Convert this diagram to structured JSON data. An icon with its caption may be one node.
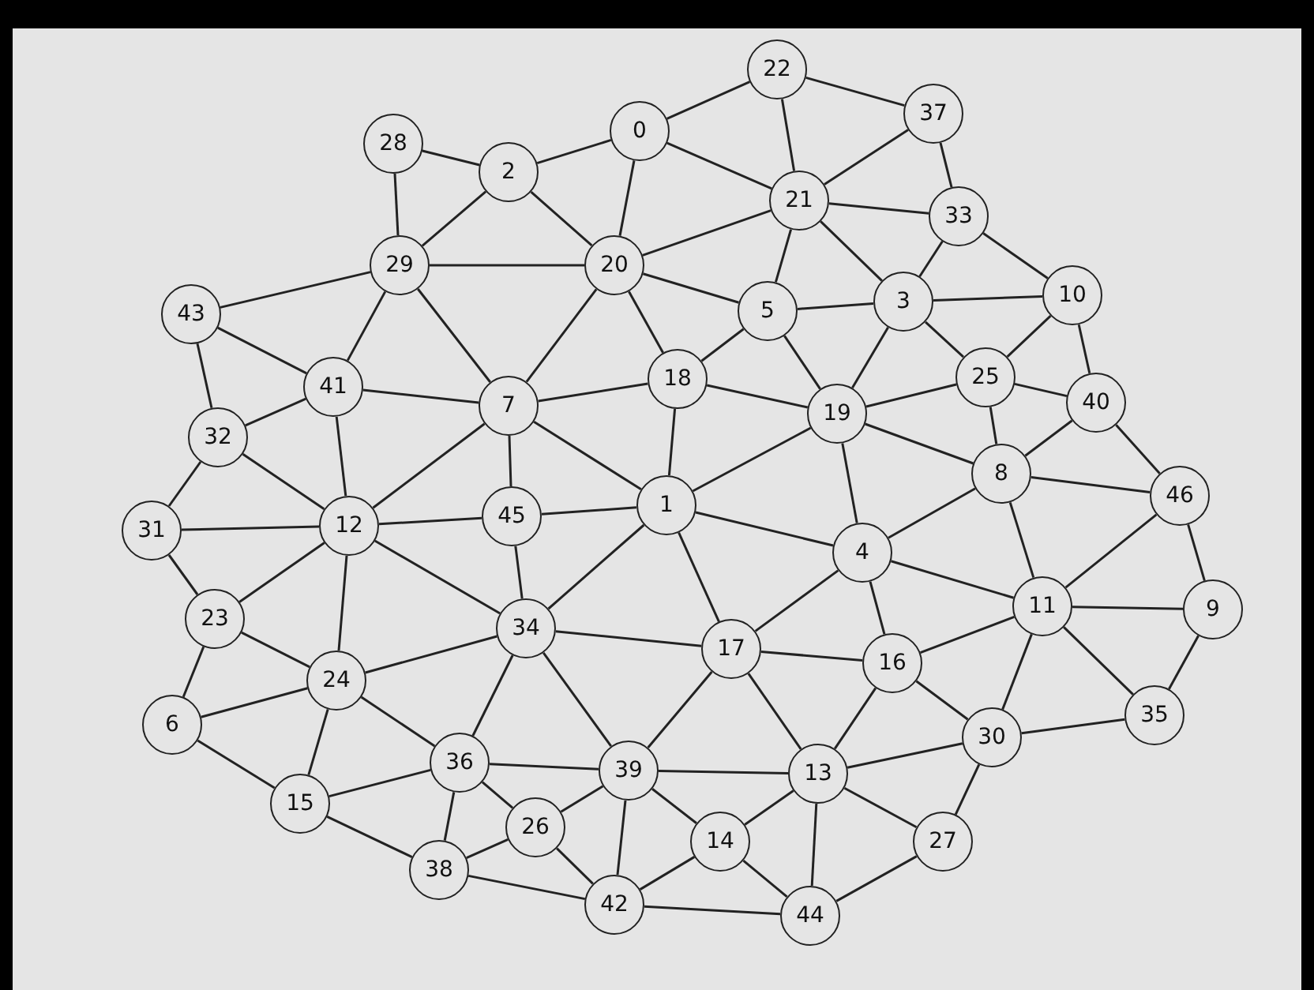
{
  "diagram": {
    "nodes": [
      {
        "text": [
          "0"
        ]
      },
      {
        "text": [
          "1"
        ]
      },
      {
        "text": [
          "2"
        ]
      },
      {
        "text": [
          "3"
        ]
      },
      {
        "text": [
          "4"
        ]
      },
      {
        "text": [
          "5"
        ]
      },
      {
        "text": [
          "6"
        ]
      },
      {
        "text": [
          "7"
        ]
      },
      {
        "text": [
          "8"
        ]
      },
      {
        "text": [
          "9"
        ]
      },
      {
        "text": [
          "10"
        ]
      },
      {
        "text": [
          "11"
        ]
      },
      {
        "text": [
          "12"
        ]
      },
      {
        "text": [
          "13"
        ]
      },
      {
        "text": [
          "14"
        ]
      },
      {
        "text": [
          "15"
        ]
      },
      {
        "text": [
          "16"
        ]
      },
      {
        "text": [
          "17"
        ]
      },
      {
        "text": [
          "18"
        ]
      },
      {
        "text": [
          "19"
        ]
      },
      {
        "text": [
          "20"
        ]
      },
      {
        "text": [
          "21"
        ]
      },
      {
        "text": [
          "22"
        ]
      },
      {
        "text": [
          "23"
        ]
      },
      {
        "text": [
          "24"
        ]
      },
      {
        "text": [
          "25"
        ]
      },
      {
        "text": [
          "26"
        ]
      },
      {
        "text": [
          "27"
        ]
      },
      {
        "text": [
          "28"
        ]
      },
      {
        "text": [
          "29"
        ]
      },
      {
        "text": [
          "30"
        ]
      },
      {
        "text": [
          "31"
        ]
      },
      {
        "text": [
          "32"
        ]
      },
      {
        "text": [
          "33"
        ]
      },
      {
        "text": [
          "34"
        ]
      },
      {
        "text": [
          "35"
        ]
      },
      {
        "text": [
          "36"
        ]
      },
      {
        "text": [
          "37"
        ]
      },
      {
        "text": [
          "38"
        ]
      },
      {
        "text": [
          "39"
        ]
      },
      {
        "text": [
          "40"
        ]
      },
      {
        "text": [
          "41"
        ]
      },
      {
        "text": [
          "42"
        ]
      },
      {
        "text": [
          "43"
        ]
      },
      {
        "text": [
          "44"
        ]
      },
      {
        "text": [
          "45"
        ]
      },
      {
        "text": [
          "46"
        ]
      }
    ],
    "edges": [
      {
        "from": 28,
        "to": 2,
        "arrow": "none"
      },
      {
        "from": 28,
        "to": 29,
        "arrow": "none"
      },
      {
        "from": 2,
        "to": 0,
        "arrow": "none"
      },
      {
        "from": 2,
        "to": 29,
        "arrow": "none"
      },
      {
        "from": 2,
        "to": 20,
        "arrow": "none"
      },
      {
        "from": 0,
        "to": 22,
        "arrow": "none"
      },
      {
        "from": 0,
        "to": 21,
        "arrow": "none"
      },
      {
        "from": 0,
        "to": 20,
        "arrow": "none"
      },
      {
        "from": 22,
        "to": 21,
        "arrow": "none"
      },
      {
        "from": 22,
        "to": 37,
        "arrow": "none"
      },
      {
        "from": 37,
        "to": 21,
        "arrow": "none"
      },
      {
        "from": 37,
        "to": 33,
        "arrow": "none"
      },
      {
        "from": 21,
        "to": 33,
        "arrow": "none"
      },
      {
        "from": 21,
        "to": 20,
        "arrow": "none"
      },
      {
        "from": 21,
        "to": 5,
        "arrow": "none"
      },
      {
        "from": 21,
        "to": 3,
        "arrow": "none"
      },
      {
        "from": 33,
        "to": 3,
        "arrow": "none"
      },
      {
        "from": 33,
        "to": 10,
        "arrow": "none"
      },
      {
        "from": 3,
        "to": 5,
        "arrow": "none"
      },
      {
        "from": 3,
        "to": 10,
        "arrow": "none"
      },
      {
        "from": 3,
        "to": 19,
        "arrow": "none"
      },
      {
        "from": 3,
        "to": 25,
        "arrow": "none"
      },
      {
        "from": 10,
        "to": 25,
        "arrow": "none"
      },
      {
        "from": 10,
        "to": 40,
        "arrow": "none"
      },
      {
        "from": 25,
        "to": 19,
        "arrow": "none"
      },
      {
        "from": 25,
        "to": 40,
        "arrow": "none"
      },
      {
        "from": 25,
        "to": 8,
        "arrow": "none"
      },
      {
        "from": 40,
        "to": 8,
        "arrow": "none"
      },
      {
        "from": 40,
        "to": 46,
        "arrow": "none"
      },
      {
        "from": 20,
        "to": 29,
        "arrow": "none"
      },
      {
        "from": 20,
        "to": 7,
        "arrow": "none"
      },
      {
        "from": 20,
        "to": 18,
        "arrow": "none"
      },
      {
        "from": 20,
        "to": 5,
        "arrow": "none"
      },
      {
        "from": 5,
        "to": 18,
        "arrow": "none"
      },
      {
        "from": 5,
        "to": 19,
        "arrow": "none"
      },
      {
        "from": 18,
        "to": 7,
        "arrow": "none"
      },
      {
        "from": 18,
        "to": 1,
        "arrow": "none"
      },
      {
        "from": 18,
        "to": 19,
        "arrow": "none"
      },
      {
        "from": 19,
        "to": 1,
        "arrow": "none"
      },
      {
        "from": 19,
        "to": 8,
        "arrow": "none"
      },
      {
        "from": 19,
        "to": 4,
        "arrow": "none"
      },
      {
        "from": 29,
        "to": 43,
        "arrow": "none"
      },
      {
        "from": 29,
        "to": 41,
        "arrow": "none"
      },
      {
        "from": 29,
        "to": 7,
        "arrow": "none"
      },
      {
        "from": 43,
        "to": 41,
        "arrow": "none"
      },
      {
        "from": 43,
        "to": 32,
        "arrow": "none"
      },
      {
        "from": 41,
        "to": 32,
        "arrow": "none"
      },
      {
        "from": 41,
        "to": 7,
        "arrow": "none"
      },
      {
        "from": 41,
        "to": 12,
        "arrow": "none"
      },
      {
        "from": 7,
        "to": 12,
        "arrow": "none"
      },
      {
        "from": 7,
        "to": 45,
        "arrow": "none"
      },
      {
        "from": 7,
        "to": 1,
        "arrow": "none"
      },
      {
        "from": 32,
        "to": 31,
        "arrow": "none"
      },
      {
        "from": 32,
        "to": 12,
        "arrow": "none"
      },
      {
        "from": 31,
        "to": 12,
        "arrow": "none"
      },
      {
        "from": 31,
        "to": 23,
        "arrow": "none"
      },
      {
        "from": 12,
        "to": 45,
        "arrow": "none"
      },
      {
        "from": 12,
        "to": 23,
        "arrow": "none"
      },
      {
        "from": 12,
        "to": 24,
        "arrow": "none"
      },
      {
        "from": 12,
        "to": 34,
        "arrow": "none"
      },
      {
        "from": 45,
        "to": 1,
        "arrow": "none"
      },
      {
        "from": 45,
        "to": 34,
        "arrow": "none"
      },
      {
        "from": 1,
        "to": 34,
        "arrow": "none"
      },
      {
        "from": 1,
        "to": 17,
        "arrow": "none"
      },
      {
        "from": 1,
        "to": 4,
        "arrow": "none"
      },
      {
        "from": 8,
        "to": 4,
        "arrow": "none"
      },
      {
        "from": 8,
        "to": 46,
        "arrow": "none"
      },
      {
        "from": 8,
        "to": 11,
        "arrow": "none"
      },
      {
        "from": 46,
        "to": 11,
        "arrow": "none"
      },
      {
        "from": 46,
        "to": 9,
        "arrow": "none"
      },
      {
        "from": 4,
        "to": 17,
        "arrow": "none"
      },
      {
        "from": 4,
        "to": 16,
        "arrow": "none"
      },
      {
        "from": 4,
        "to": 11,
        "arrow": "none"
      },
      {
        "from": 11,
        "to": 9,
        "arrow": "none"
      },
      {
        "from": 11,
        "to": 16,
        "arrow": "none"
      },
      {
        "from": 11,
        "to": 30,
        "arrow": "none"
      },
      {
        "from": 11,
        "to": 35,
        "arrow": "none"
      },
      {
        "from": 9,
        "to": 35,
        "arrow": "none"
      },
      {
        "from": 35,
        "to": 30,
        "arrow": "none"
      },
      {
        "from": 34,
        "to": 24,
        "arrow": "none"
      },
      {
        "from": 34,
        "to": 17,
        "arrow": "none"
      },
      {
        "from": 34,
        "to": 36,
        "arrow": "none"
      },
      {
        "from": 34,
        "to": 39,
        "arrow": "none"
      },
      {
        "from": 17,
        "to": 16,
        "arrow": "none"
      },
      {
        "from": 17,
        "to": 39,
        "arrow": "none"
      },
      {
        "from": 17,
        "to": 13,
        "arrow": "none"
      },
      {
        "from": 16,
        "to": 13,
        "arrow": "none"
      },
      {
        "from": 16,
        "to": 30,
        "arrow": "none"
      },
      {
        "from": 23,
        "to": 24,
        "arrow": "none"
      },
      {
        "from": 23,
        "to": 6,
        "arrow": "none"
      },
      {
        "from": 24,
        "to": 6,
        "arrow": "none"
      },
      {
        "from": 24,
        "to": 15,
        "arrow": "none"
      },
      {
        "from": 24,
        "to": 36,
        "arrow": "none"
      },
      {
        "from": 6,
        "to": 15,
        "arrow": "none"
      },
      {
        "from": 15,
        "to": 36,
        "arrow": "none"
      },
      {
        "from": 15,
        "to": 38,
        "arrow": "none"
      },
      {
        "from": 36,
        "to": 39,
        "arrow": "none"
      },
      {
        "from": 36,
        "to": 26,
        "arrow": "none"
      },
      {
        "from": 36,
        "to": 38,
        "arrow": "none"
      },
      {
        "from": 39,
        "to": 26,
        "arrow": "none"
      },
      {
        "from": 39,
        "to": 42,
        "arrow": "none"
      },
      {
        "from": 39,
        "to": 14,
        "arrow": "none"
      },
      {
        "from": 39,
        "to": 13,
        "arrow": "none"
      },
      {
        "from": 26,
        "to": 38,
        "arrow": "none"
      },
      {
        "from": 26,
        "to": 42,
        "arrow": "none"
      },
      {
        "from": 38,
        "to": 42,
        "arrow": "none"
      },
      {
        "from": 42,
        "to": 14,
        "arrow": "none"
      },
      {
        "from": 42,
        "to": 44,
        "arrow": "none"
      },
      {
        "from": 14,
        "to": 13,
        "arrow": "none"
      },
      {
        "from": 14,
        "to": 44,
        "arrow": "none"
      },
      {
        "from": 13,
        "to": 44,
        "arrow": "none"
      },
      {
        "from": 13,
        "to": 30,
        "arrow": "none"
      },
      {
        "from": 13,
        "to": 27,
        "arrow": "none"
      },
      {
        "from": 30,
        "to": 27,
        "arrow": "none"
      },
      {
        "from": 27,
        "to": 44,
        "arrow": "none"
      }
    ]
  }
}
